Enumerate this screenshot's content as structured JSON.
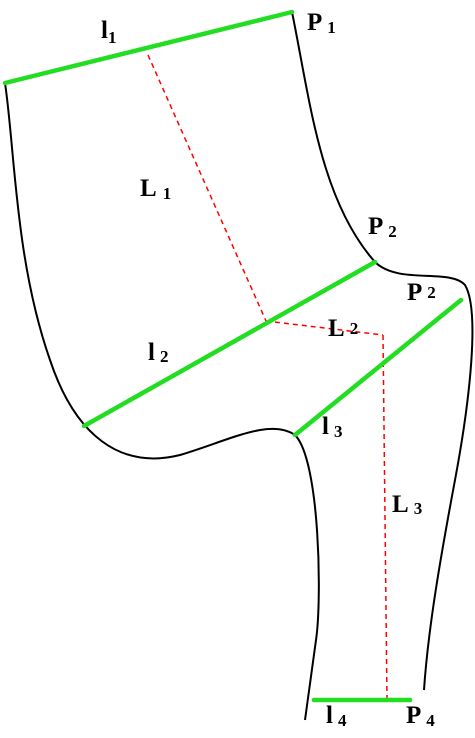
{
  "colors": {
    "background": "#ffffff",
    "outline": "#000000",
    "segment": "#22dd22",
    "dashed": "#ff0000",
    "text": "#000000"
  },
  "labels": {
    "l1": {
      "main": "l",
      "sub": "1"
    },
    "P1": {
      "main": "P",
      "sub": "1"
    },
    "L1": {
      "main": "L",
      "sub": "1"
    },
    "P2a": {
      "main": "P",
      "sub": "2"
    },
    "P2b": {
      "main": "P",
      "sub": "2"
    },
    "L2": {
      "main": "L",
      "sub": "2"
    },
    "l2": {
      "main": "l",
      "sub": "2"
    },
    "l3": {
      "main": "l",
      "sub": "3"
    },
    "L3": {
      "main": "L",
      "sub": "3"
    },
    "l4": {
      "main": "l",
      "sub": "4"
    },
    "P4": {
      "main": "P",
      "sub": "4"
    }
  }
}
